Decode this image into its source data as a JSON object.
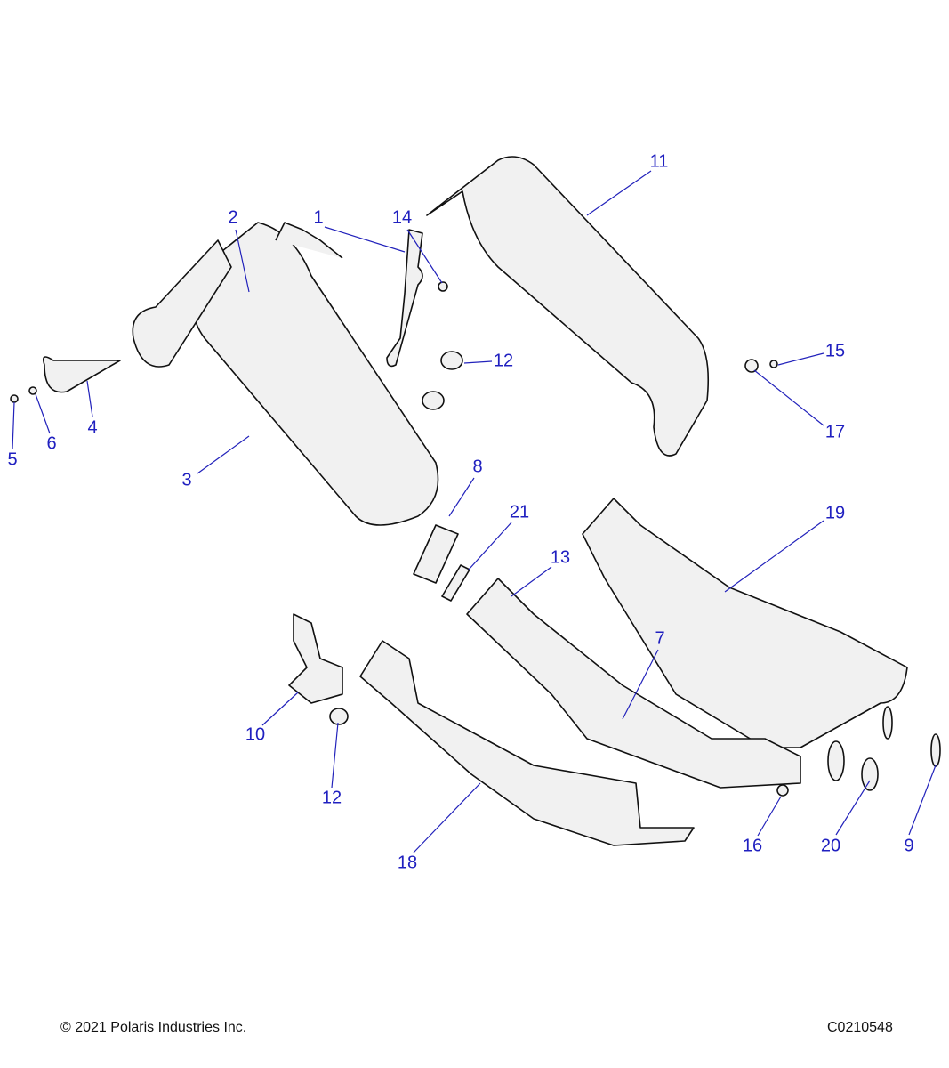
{
  "callouts": [
    {
      "id": "c1",
      "label": "1"
    },
    {
      "id": "c2",
      "label": "2"
    },
    {
      "id": "c3",
      "label": "3"
    },
    {
      "id": "c4",
      "label": "4"
    },
    {
      "id": "c5",
      "label": "5"
    },
    {
      "id": "c6",
      "label": "6"
    },
    {
      "id": "c7",
      "label": "7"
    },
    {
      "id": "c8",
      "label": "8"
    },
    {
      "id": "c9",
      "label": "9"
    },
    {
      "id": "c10",
      "label": "10"
    },
    {
      "id": "c11",
      "label": "11"
    },
    {
      "id": "c12a",
      "label": "12"
    },
    {
      "id": "c12b",
      "label": "12"
    },
    {
      "id": "c13",
      "label": "13"
    },
    {
      "id": "c14",
      "label": "14"
    },
    {
      "id": "c15",
      "label": "15"
    },
    {
      "id": "c16",
      "label": "16"
    },
    {
      "id": "c17",
      "label": "17"
    },
    {
      "id": "c18",
      "label": "18"
    },
    {
      "id": "c19",
      "label": "19"
    },
    {
      "id": "c20",
      "label": "20"
    },
    {
      "id": "c21",
      "label": "21"
    }
  ],
  "footer": {
    "copyright": "© 2021 Polaris Industries Inc.",
    "drawing_id": "C0210548"
  },
  "colors": {
    "callout": "#2020c0",
    "outline": "#111111",
    "fill": "#f1f1f1"
  }
}
